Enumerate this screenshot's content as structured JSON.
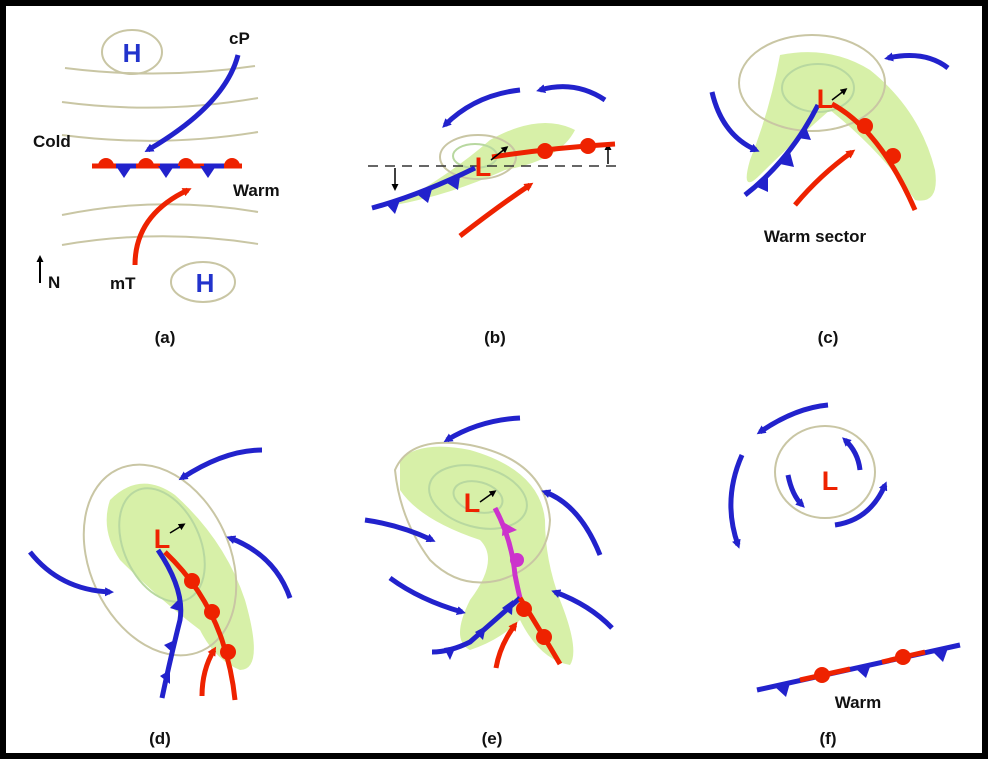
{
  "colors": {
    "cold_front": "#2222cc",
    "warm_front": "#ee2200",
    "occluded_front": "#cc33cc",
    "wind_arrow": "#2222cc",
    "warm_air_arrow": "#ee2200",
    "isobar": "#c9c6a4",
    "precip": "#d7f0a8",
    "label": "#111111",
    "pressure_symbol_high": "#2233cc",
    "pressure_symbol_low": "#ee2200"
  },
  "panels": [
    {
      "id": "a",
      "caption": "(a)"
    },
    {
      "id": "b",
      "caption": "(b)"
    },
    {
      "id": "c",
      "caption": "(c)"
    },
    {
      "id": "d",
      "caption": "(d)"
    },
    {
      "id": "e",
      "caption": "(e)"
    },
    {
      "id": "f",
      "caption": "(f)"
    }
  ],
  "labels": {
    "high": "H",
    "low": "L",
    "cP": "cP",
    "mT": "mT",
    "cold": "Cold",
    "warm": "Warm",
    "north": "N",
    "warm_sector": "Warm sector"
  }
}
